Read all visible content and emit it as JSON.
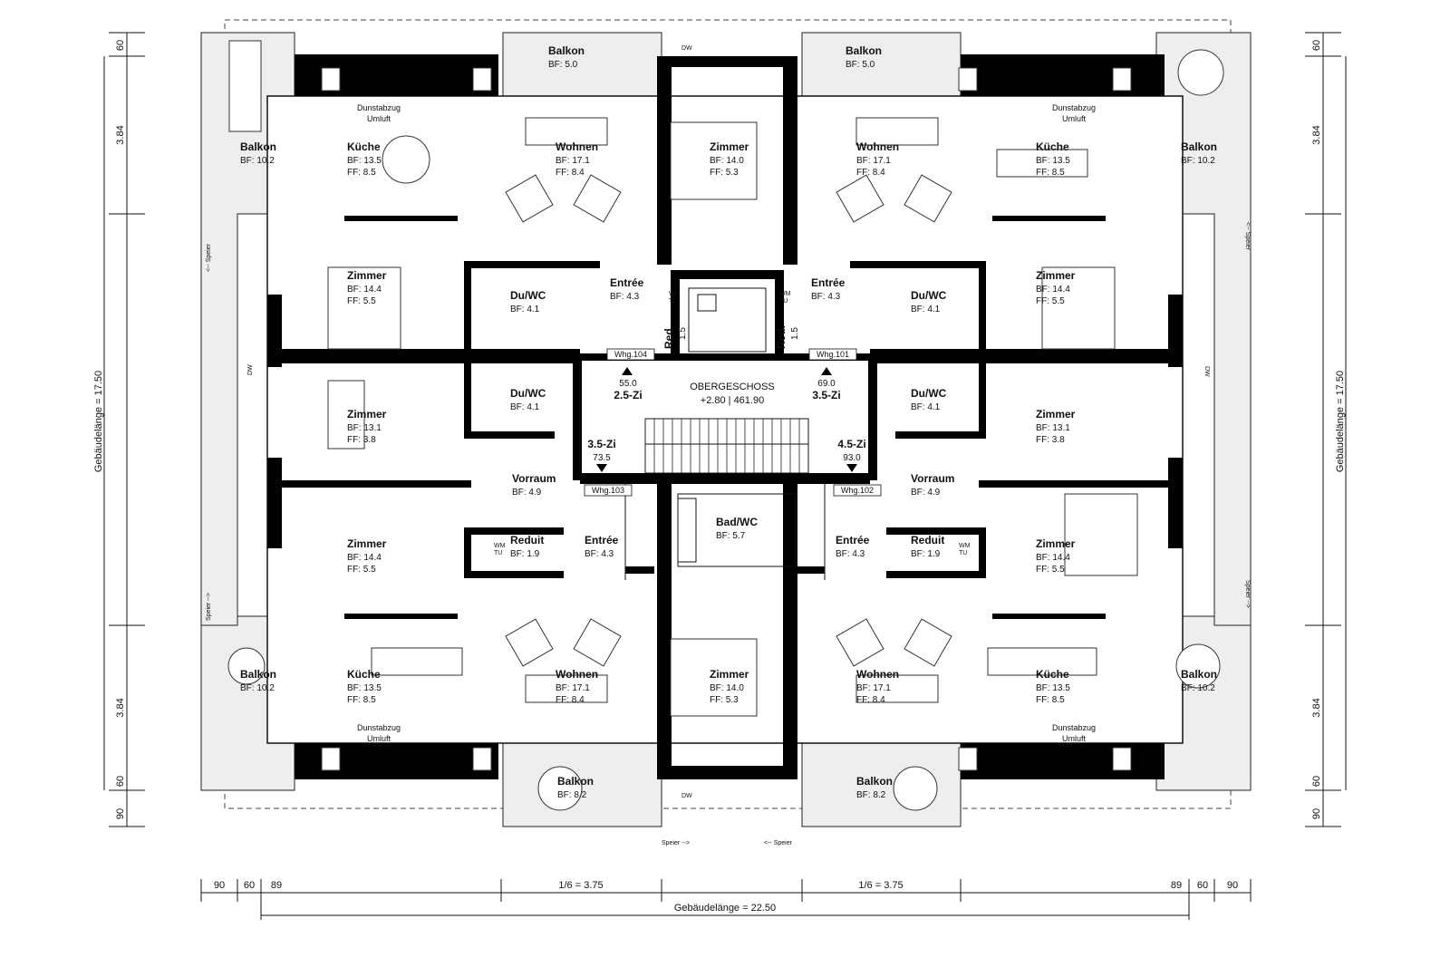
{
  "core": {
    "floor_title": "OBERGESCHOSS",
    "floor_level": "+2.80 | 461.90"
  },
  "apartments": [
    {
      "id": "tl",
      "type": "2.5-Zi",
      "area": "55.0",
      "label": "Whg.104"
    },
    {
      "id": "tr",
      "type": "3.5-Zi",
      "area": "69.0",
      "label": "Whg.101"
    },
    {
      "id": "bl",
      "type": "3.5-Zi",
      "area": "73.5",
      "label": "Whg.103"
    },
    {
      "id": "br",
      "type": "4.5-Zi",
      "area": "93.0",
      "label": "Whg.102"
    }
  ],
  "rooms": [
    {
      "id": "balkon-top-l",
      "name": "Balkon",
      "lines": [
        "BF: 5.0"
      ]
    },
    {
      "id": "balkon-top-r",
      "name": "Balkon",
      "lines": [
        "BF: 5.0"
      ]
    },
    {
      "id": "balkon-nw",
      "name": "Balkon",
      "lines": [
        "BF: 10.2"
      ]
    },
    {
      "id": "balkon-ne",
      "name": "Balkon",
      "lines": [
        "BF: 10.2"
      ]
    },
    {
      "id": "balkon-sw",
      "name": "Balkon",
      "lines": [
        "BF: 10.2"
      ]
    },
    {
      "id": "balkon-se",
      "name": "Balkon",
      "lines": [
        "BF: 10.2"
      ]
    },
    {
      "id": "balkon-bot-l",
      "name": "Balkon",
      "lines": [
        "BF: 8.2"
      ]
    },
    {
      "id": "balkon-bot-r",
      "name": "Balkon",
      "lines": [
        "BF: 8.2"
      ]
    },
    {
      "id": "kueche-tl",
      "name": "Küche",
      "lines": [
        "BF: 13.5",
        "FF: 8.5"
      ]
    },
    {
      "id": "kueche-tr",
      "name": "Küche",
      "lines": [
        "BF: 13.5",
        "FF: 8.5"
      ]
    },
    {
      "id": "kueche-bl",
      "name": "Küche",
      "lines": [
        "BF: 13.5",
        "FF: 8.5"
      ]
    },
    {
      "id": "kueche-br",
      "name": "Küche",
      "lines": [
        "BF: 13.5",
        "FF: 8.5"
      ]
    },
    {
      "id": "wohnen-tl",
      "name": "Wohnen",
      "lines": [
        "BF: 17.1",
        "FF: 8.4"
      ]
    },
    {
      "id": "wohnen-tr",
      "name": "Wohnen",
      "lines": [
        "BF: 17.1",
        "FF: 8.4"
      ]
    },
    {
      "id": "wohnen-bl",
      "name": "Wohnen",
      "lines": [
        "BF: 17.1",
        "FF: 8.4"
      ]
    },
    {
      "id": "wohnen-br",
      "name": "Wohnen",
      "lines": [
        "BF: 17.1",
        "FF: 8.4"
      ]
    },
    {
      "id": "zimmer-top-c",
      "name": "Zimmer",
      "lines": [
        "BF: 14.0",
        "FF: 5.3"
      ]
    },
    {
      "id": "zimmer-bot-c",
      "name": "Zimmer",
      "lines": [
        "BF: 14.0",
        "FF: 5.3"
      ]
    },
    {
      "id": "zimmer-l1",
      "name": "Zimmer",
      "lines": [
        "BF: 14.4",
        "FF: 5.5"
      ]
    },
    {
      "id": "zimmer-l2",
      "name": "Zimmer",
      "lines": [
        "BF: 13.1",
        "FF: 3.8"
      ]
    },
    {
      "id": "zimmer-l3",
      "name": "Zimmer",
      "lines": [
        "BF: 14.4",
        "FF: 5.5"
      ]
    },
    {
      "id": "zimmer-r1",
      "name": "Zimmer",
      "lines": [
        "BF: 14.4",
        "FF: 5.5"
      ]
    },
    {
      "id": "zimmer-r2",
      "name": "Zimmer",
      "lines": [
        "BF: 13.1",
        "FF: 3.8"
      ]
    },
    {
      "id": "zimmer-r3",
      "name": "Zimmer",
      "lines": [
        "BF: 14.4",
        "FF: 5.5"
      ]
    },
    {
      "id": "duwc-l1",
      "name": "Du/WC",
      "lines": [
        "BF: 4.1"
      ]
    },
    {
      "id": "duwc-l2",
      "name": "Du/WC",
      "lines": [
        "BF: 4.1"
      ]
    },
    {
      "id": "duwc-r1",
      "name": "Du/WC",
      "lines": [
        "BF: 4.1"
      ]
    },
    {
      "id": "duwc-r2",
      "name": "Du/WC",
      "lines": [
        "BF: 4.1"
      ]
    },
    {
      "id": "entree-tl",
      "name": "Entrée",
      "lines": [
        "BF: 4.3"
      ]
    },
    {
      "id": "entree-tr",
      "name": "Entrée",
      "lines": [
        "BF: 4.3"
      ]
    },
    {
      "id": "entree-bl",
      "name": "Entrée",
      "lines": [
        "BF: 4.3"
      ]
    },
    {
      "id": "entree-br",
      "name": "Entrée",
      "lines": [
        "BF: 4.3"
      ]
    },
    {
      "id": "vorraum-l",
      "name": "Vorraum",
      "lines": [
        "BF: 4.9"
      ]
    },
    {
      "id": "vorraum-r",
      "name": "Vorraum",
      "lines": [
        "BF: 4.9"
      ]
    },
    {
      "id": "reduit-l",
      "name": "Reduit",
      "lines": [
        "BF: 1.9"
      ]
    },
    {
      "id": "reduit-r",
      "name": "Reduit",
      "lines": [
        "BF: 1.9"
      ]
    },
    {
      "id": "badwc",
      "name": "Bad/WC",
      "lines": [
        "BF: 5.7"
      ]
    }
  ],
  "small_rooms": [
    {
      "id": "red-l",
      "name": "Red.",
      "value": "1.5"
    },
    {
      "id": "red-r",
      "name": "Red.",
      "value": "1.5"
    }
  ],
  "notes": {
    "dunstabzug": "Dunstabzug",
    "umluft": "Umluft",
    "speier_right_arrow": "Speier -->",
    "speier_left_arrow": "<-- Speier",
    "wm": "WM",
    "tu": "TU",
    "dw": "DW"
  },
  "dimensions": {
    "left": [
      "60",
      "3.84",
      "3.84",
      "60",
      "90"
    ],
    "right": [
      "60",
      "3.84",
      "3.84",
      "60",
      "90"
    ],
    "height_label": "Gebäudelänge = 17.50",
    "bottom_left": [
      "90",
      "60",
      "89"
    ],
    "bottom_right": [
      "89",
      "60",
      "90"
    ],
    "bay_label": "1/6 = 3.75",
    "width_label": "Gebäudelänge = 22.50"
  },
  "colors": {
    "wall": "#000000",
    "line": "#111111",
    "balcony_fill": "#eeeeee"
  }
}
